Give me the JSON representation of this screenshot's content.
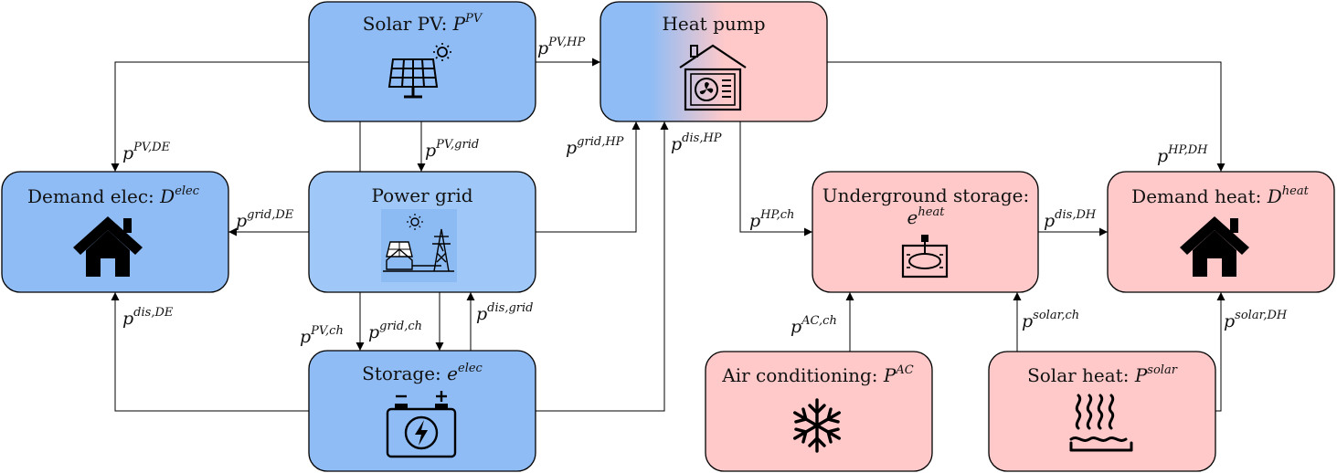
{
  "nodes": {
    "solar_pv": {
      "label": "Solar PV: ",
      "sym": "P",
      "sup": "PV",
      "color": "#8fbcf5"
    },
    "heat_pump": {
      "label": "Heat pump"
    },
    "demand_elec": {
      "label": "Demand elec: ",
      "sym": "D",
      "sup": "elec",
      "color": "#8fbcf5"
    },
    "power_grid": {
      "label": "Power grid",
      "color": "#9fc8f8"
    },
    "storage": {
      "label": "Storage: ",
      "sym": "e",
      "sup": "elec",
      "color": "#8fbcf5"
    },
    "underground": {
      "label": "Underground storage:",
      "sym": "e",
      "sup": "heat",
      "color": "#ffc9c9"
    },
    "demand_heat": {
      "label": "Demand heat: ",
      "sym": "D",
      "sup": "heat",
      "color": "#ffc9c9"
    },
    "air_conditioning": {
      "label": "Air conditioning: ",
      "sym": "P",
      "sup": "AC",
      "color": "#ffc9c9"
    },
    "solar_heat": {
      "label": "Solar heat: ",
      "sym": "P",
      "sup": "solar",
      "color": "#ffc9c9"
    }
  },
  "edges": {
    "pv_hp": {
      "sym": "p",
      "sup": "PV,HP"
    },
    "pv_de": {
      "sym": "p",
      "sup": "PV,DE"
    },
    "pv_grid": {
      "sym": "p",
      "sup": "PV,grid"
    },
    "grid_hp": {
      "sym": "p",
      "sup": "grid,HP"
    },
    "dis_hp": {
      "sym": "p",
      "sup": "dis,HP"
    },
    "hp_dh": {
      "sym": "p",
      "sup": "HP,DH"
    },
    "grid_de": {
      "sym": "p",
      "sup": "grid,DE"
    },
    "hp_ch": {
      "sym": "p",
      "sup": "HP,ch"
    },
    "dis_dh": {
      "sym": "p",
      "sup": "dis,DH"
    },
    "dis_de": {
      "sym": "p",
      "sup": "dis,DE"
    },
    "dis_grid": {
      "sym": "p",
      "sup": "dis,grid"
    },
    "pv_ch": {
      "sym": "p",
      "sup": "PV,ch"
    },
    "grid_ch": {
      "sym": "p",
      "sup": "grid,ch"
    },
    "ac_ch": {
      "sym": "p",
      "sup": "AC,ch"
    },
    "solar_ch": {
      "sym": "p",
      "sup": "solar,ch"
    },
    "solar_dh": {
      "sym": "p",
      "sup": "solar,DH"
    }
  },
  "icons": {
    "solar_pv": "solar-panel-icon",
    "heat_pump": "heat-pump-icon",
    "demand_elec": "house-icon",
    "power_grid": "power-grid-icon",
    "storage": "battery-icon",
    "underground": "storage-tank-icon",
    "demand_heat": "house-icon",
    "air_conditioning": "snowflake-icon",
    "solar_heat": "heat-waves-icon"
  }
}
